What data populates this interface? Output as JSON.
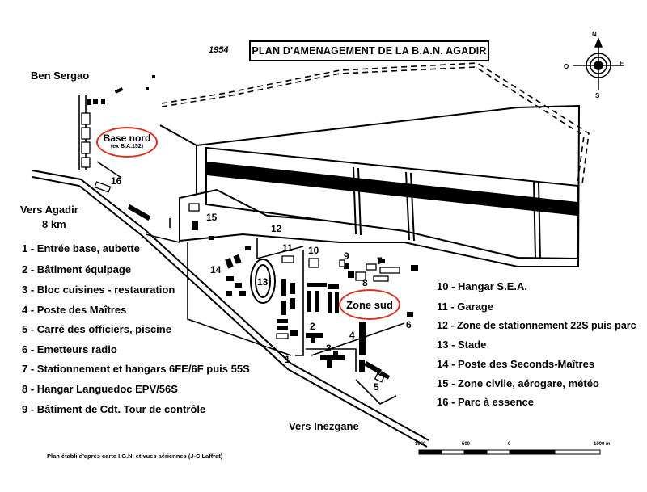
{
  "header": {
    "year": "1954",
    "title": "PLAN D'AMENAGEMENT DE LA B.A.N. AGADIR"
  },
  "compass": {
    "north": "N",
    "south": "S",
    "east": "E",
    "west": "O"
  },
  "places": {
    "ben_sergao": "Ben Sergao",
    "vers_agadir": "Vers Agadir",
    "vers_agadir_distance": "8 km",
    "vers_inezgane": "Vers Inezgane"
  },
  "zones": {
    "base_nord": {
      "label": "Base nord",
      "sublabel": "(ex B.A.152)"
    },
    "zone_sud": {
      "label": "Zone sud"
    }
  },
  "map_numbers": [
    "1",
    "2",
    "3",
    "4",
    "5",
    "6",
    "7",
    "8",
    "9",
    "10",
    "11",
    "12",
    "13",
    "14",
    "15",
    "16"
  ],
  "legend_left": [
    "1 - Entrée base, aubette",
    "2 - Bâtiment équipage",
    "3 - Bloc cuisines -  restauration",
    "4 - Poste des Maîtres",
    "5 - Carré des officiers, piscine",
    "6 - Emetteurs radio",
    "7 - Stationnement et hangars 6FE/6F puis 55S",
    "8 - Hangar Languedoc EPV/56S",
    "9 - Bâtiment de Cdt. Tour de contrôle"
  ],
  "legend_right": [
    "10 - Hangar S.E.A.",
    "11 - Garage",
    "12 - Zone de stationnement 22S puis parc",
    "13 - Stade",
    "14 - Poste des Seconds-Maîtres",
    "15 - Zone civile, aérogare, météo",
    "16 - Parc à essence"
  ],
  "scale_bar": {
    "ticks": [
      "1000",
      "500",
      "0",
      "1000 m"
    ]
  },
  "credit": "Plan établi d'après carte I.G.N. et vues aériennes (J-C Laffrat)",
  "colors": {
    "ink": "#000000",
    "zone_outline": "#d9331f",
    "background": "#ffffff"
  }
}
